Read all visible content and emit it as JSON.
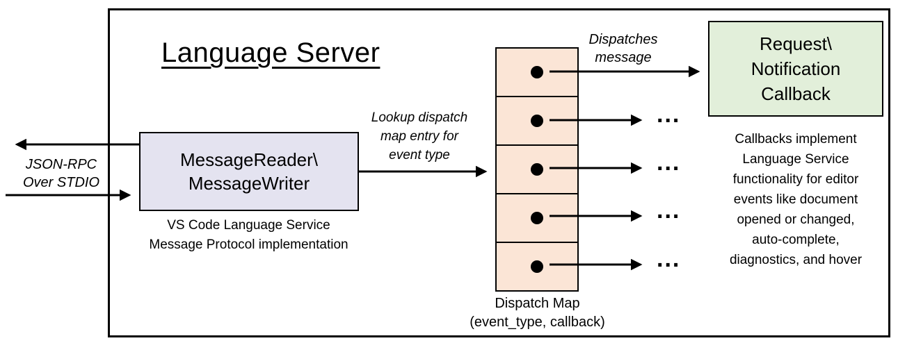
{
  "diagram": {
    "title": "Language Server",
    "stdio_label": {
      "lines": [
        "JSON-RPC",
        "Over STDIO"
      ]
    },
    "message_box": {
      "lines": [
        "MessageReader\\",
        "MessageWriter"
      ]
    },
    "message_caption": {
      "lines": [
        "VS Code Language Service",
        "Message Protocol implementation"
      ]
    },
    "lookup_label": {
      "lines": [
        "Lookup dispatch",
        "map entry for",
        "event type"
      ]
    },
    "dispatch_map": {
      "rows": 5,
      "label_lines": [
        "Dispatch Map",
        "(event_type, callback)"
      ]
    },
    "dispatches_label": {
      "lines": [
        "Dispatches",
        "message"
      ]
    },
    "callback_box": {
      "lines": [
        "Request\\",
        "Notification",
        "Callback"
      ]
    },
    "callbacks_note": {
      "lines": [
        "Callbacks implement",
        "Language Service",
        "functionality for editor",
        "events like document",
        "opened or changed,",
        "auto-complete,",
        "diagnostics, and hover"
      ]
    },
    "ellipsis": "..."
  },
  "colors": {
    "message_box_fill": "#e4e3f0",
    "dispatch_map_fill": "#fbe5d6",
    "callback_box_fill": "#e2efda",
    "border": "#000000"
  }
}
